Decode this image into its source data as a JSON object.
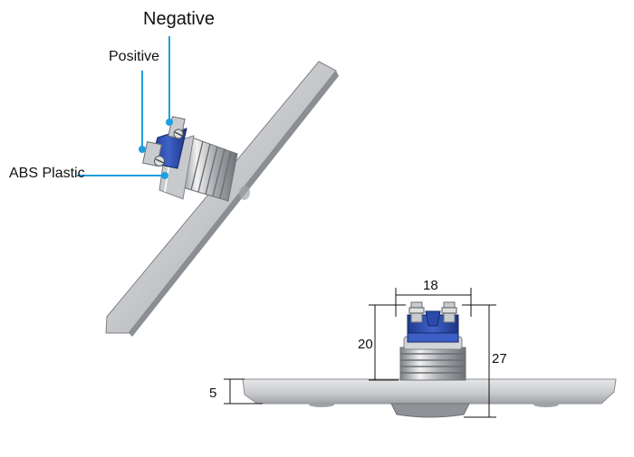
{
  "callouts": {
    "negative": "Negative",
    "positive": "Positive",
    "abs": "ABS Plastic"
  },
  "dimensions": {
    "width_top": "18",
    "height_button": "20",
    "height_total": "27",
    "plate_thickness": "5"
  },
  "colors": {
    "callout_line": "#1e9fe0",
    "steel_light": "#d9dadc",
    "steel_dark": "#8d9094",
    "terminal_blue": "#2f4fb0"
  }
}
